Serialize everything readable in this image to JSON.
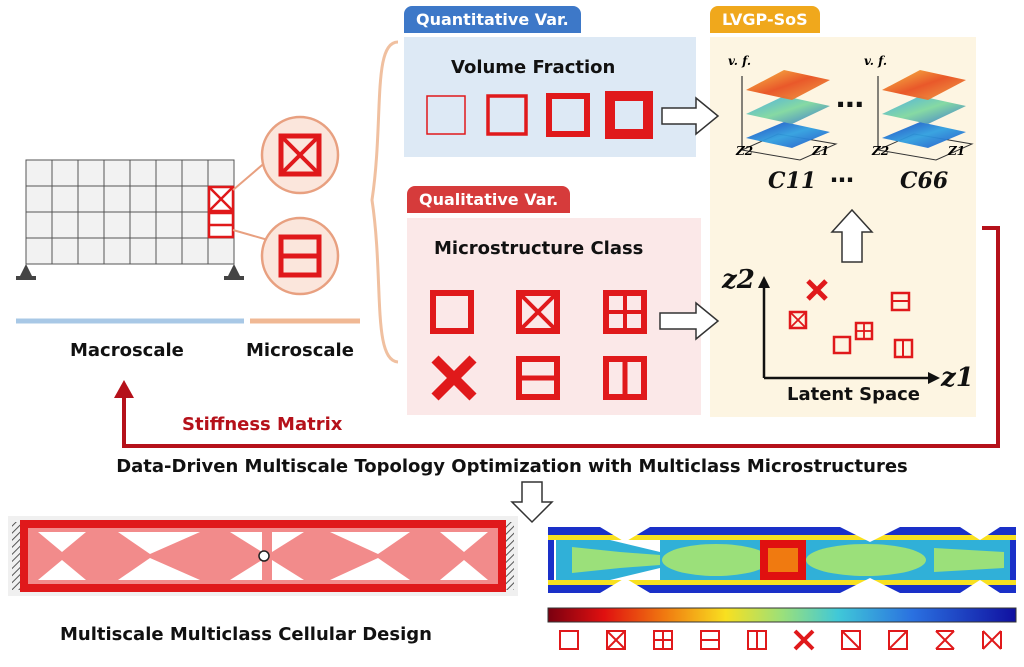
{
  "macro": {
    "label": "Macroscale"
  },
  "micro": {
    "label": "Microscale"
  },
  "quantitative": {
    "tab": "Quantitative Var.",
    "title": "Volume Fraction"
  },
  "qualitative": {
    "tab": "Qualitative Var.",
    "title": "Microstructure Class"
  },
  "lvgp": {
    "tab": "LVGP-SoS",
    "surface_labels": [
      "C11",
      "C66"
    ],
    "axis_vf": "v. f.",
    "axis_z1": "Z1",
    "axis_z2": "Z2",
    "ellipsis": "⋯",
    "latent_z1": "z1",
    "latent_z2": "z2",
    "latent_label": "Latent Space"
  },
  "feedback": {
    "label": "Stiffness Matrix"
  },
  "main_title": "Data-Driven Multiscale Topology Optimization with Multiclass Microstructures",
  "bottom": {
    "label": "Multiscale Multiclass Cellular Design"
  },
  "colors": {
    "red": "#e0191b",
    "dark_red": "#b5111a",
    "blue_tab": "#3d78c8",
    "red_tab": "#d63b3b",
    "gold_tab": "#f0a81c",
    "quant_bg": "#dde9f5",
    "qual_bg": "#fbe8e8",
    "lvgp_bg": "#fdf5e2",
    "macro_line": "#a8c8e6",
    "micro_line": "#f0b894"
  },
  "icons": [
    "square-icon",
    "crossed-box-icon",
    "grid-icon",
    "horizontal-bar-icon",
    "vertical-bar-icon",
    "cross-icon",
    "diagonal-icon",
    "anti-diagonal-icon",
    "hourglass-icon",
    "bowtie-icon"
  ]
}
